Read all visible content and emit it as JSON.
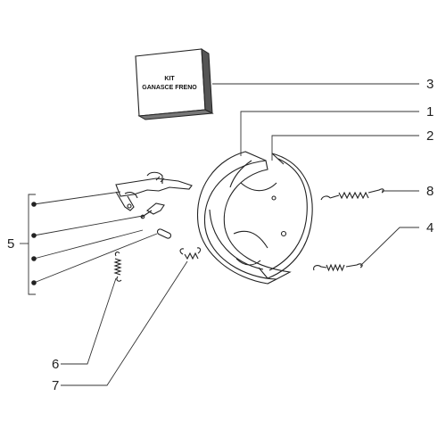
{
  "kit_box": {
    "line1": "KIT",
    "line2": "GANASCE FRENO"
  },
  "callouts": {
    "n1": "1",
    "n2": "2",
    "n3": "3",
    "n4": "4",
    "n5": "5",
    "n6": "6",
    "n7": "7",
    "n8": "8"
  }
}
